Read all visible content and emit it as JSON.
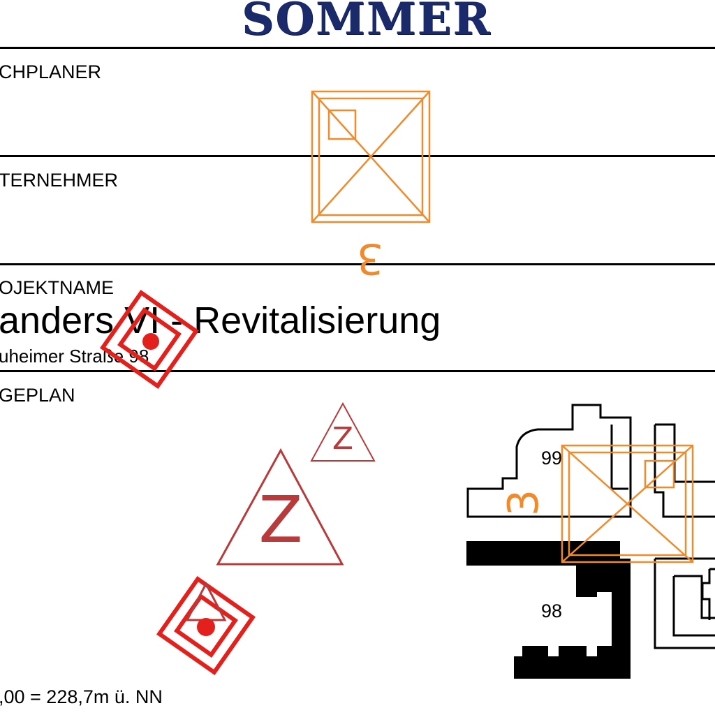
{
  "header": {
    "company_logo": "SOMMER"
  },
  "sections": {
    "fachplaner_label": "CHPLANER",
    "unternehmer_label": "TERNEHMER",
    "projektname_label": "OJEKTNAME",
    "project_title": "anders VI - Revitalisierung",
    "project_address": "uheimer Straße 98",
    "lageplan_label": "GEPLAN"
  },
  "site_plan": {
    "building_99_label": "99",
    "building_98_label": "98",
    "height_reference": ",00 = 228,7m ü. NN"
  },
  "markers": {
    "triangle_large_letter": "Z",
    "triangle_small_letter": "Z",
    "orange_numeral": "3"
  },
  "colors": {
    "logo": "#1a2a6b",
    "orange_annotation": "#f08a2a",
    "red_marker": "#e3201b",
    "triangle": "#b83a3a"
  }
}
